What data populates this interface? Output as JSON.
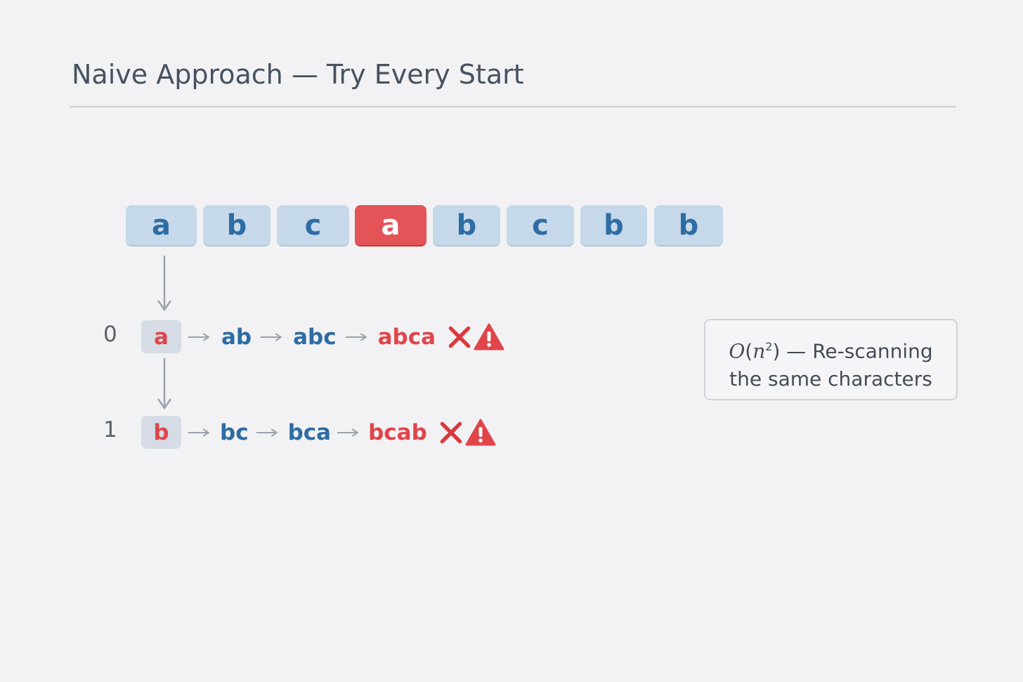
{
  "header": {
    "title": "Naive Approach — Try Every Start"
  },
  "array": {
    "cells": [
      {
        "char": "a",
        "highlight": false
      },
      {
        "char": "b",
        "highlight": false
      },
      {
        "char": "c",
        "highlight": false
      },
      {
        "char": "a",
        "highlight": true
      },
      {
        "char": "b",
        "highlight": false
      },
      {
        "char": "c",
        "highlight": false
      },
      {
        "char": "b",
        "highlight": false
      },
      {
        "char": "b",
        "highlight": false
      }
    ]
  },
  "rows": [
    {
      "index": "0",
      "start": "a",
      "substrings": [
        "ab",
        "abc"
      ],
      "failed": "abca",
      "status_icons": [
        "cross-icon",
        "warning-icon"
      ]
    },
    {
      "index": "1",
      "start": "b",
      "substrings": [
        "bc",
        "bca"
      ],
      "failed": "bcab",
      "status_icons": [
        "cross-icon",
        "warning-icon"
      ]
    }
  ],
  "note": {
    "complexity_O": "O",
    "complexity_open": "(",
    "complexity_n": "n",
    "complexity_exp": "2",
    "complexity_close": ")",
    "line1_rest": " — Re-scanning",
    "line2": "the same characters"
  },
  "colors": {
    "cell_bg": "#c6d9ea",
    "cell_text": "#2e6ca4",
    "highlight": "#e35358",
    "error_red": "#e0454a"
  }
}
